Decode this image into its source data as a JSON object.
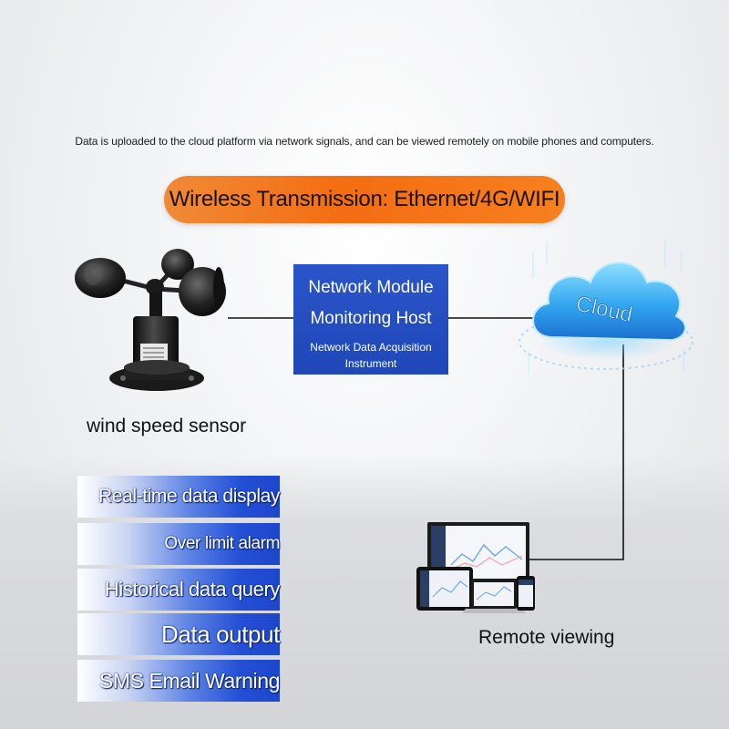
{
  "caption": "Data is uploaded to the cloud platform via network signals, and can be viewed remotely on mobile phones and computers.",
  "banner": {
    "text": "Wireless Transmission: Ethernet/4G/WIFI",
    "color_start": "#f08a36",
    "color_end": "#f46d12"
  },
  "module": {
    "line1": "Network Module",
    "line2": "Monitoring Host",
    "line3": "Network Data Acquisition",
    "line4": "Instrument",
    "color": "#2450c8"
  },
  "cloud": {
    "text": "Cloud",
    "icon": "cloud-icon",
    "color": "#3fa9f5"
  },
  "sensor": {
    "label": "wind speed sensor",
    "icon": "anemometer-icon"
  },
  "remote": {
    "label": "Remote viewing",
    "icon": "devices-icon"
  },
  "features": [
    "Real-time data display",
    "Over limit alarm",
    "Historical data query",
    "Data output",
    "SMS Email Warning"
  ],
  "feature_color": "#1d46cc"
}
